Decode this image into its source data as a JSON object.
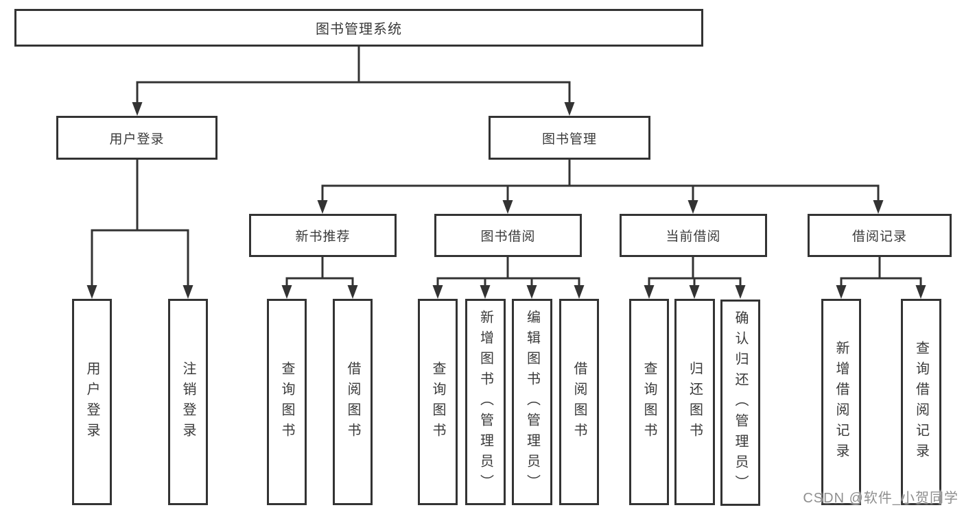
{
  "diagram": {
    "root": {
      "label": "图书管理系统"
    },
    "level2": [
      {
        "label": "用户登录",
        "children": [
          "用户登录",
          "注销登录"
        ]
      },
      {
        "label": "图书管理"
      }
    ],
    "level3": [
      {
        "label": "新书推荐",
        "children": [
          "查询图书",
          "借阅图书"
        ]
      },
      {
        "label": "图书借阅",
        "children": [
          "查询图书",
          "新增图书（管理员）",
          "编辑图书（管理员）",
          "借阅图书"
        ]
      },
      {
        "label": "当前借阅",
        "children": [
          "查询图书",
          "归还图书",
          "确认归还（管理员）"
        ]
      },
      {
        "label": "借阅记录",
        "children": [
          "新增借阅记录",
          "查询借阅记录"
        ]
      }
    ]
  },
  "watermark": "CSDN @软件_小贺同学",
  "colors": {
    "line": "#333333",
    "text": "#3a3a3a",
    "watermark": "#8f8f8f",
    "background": "#ffffff"
  }
}
